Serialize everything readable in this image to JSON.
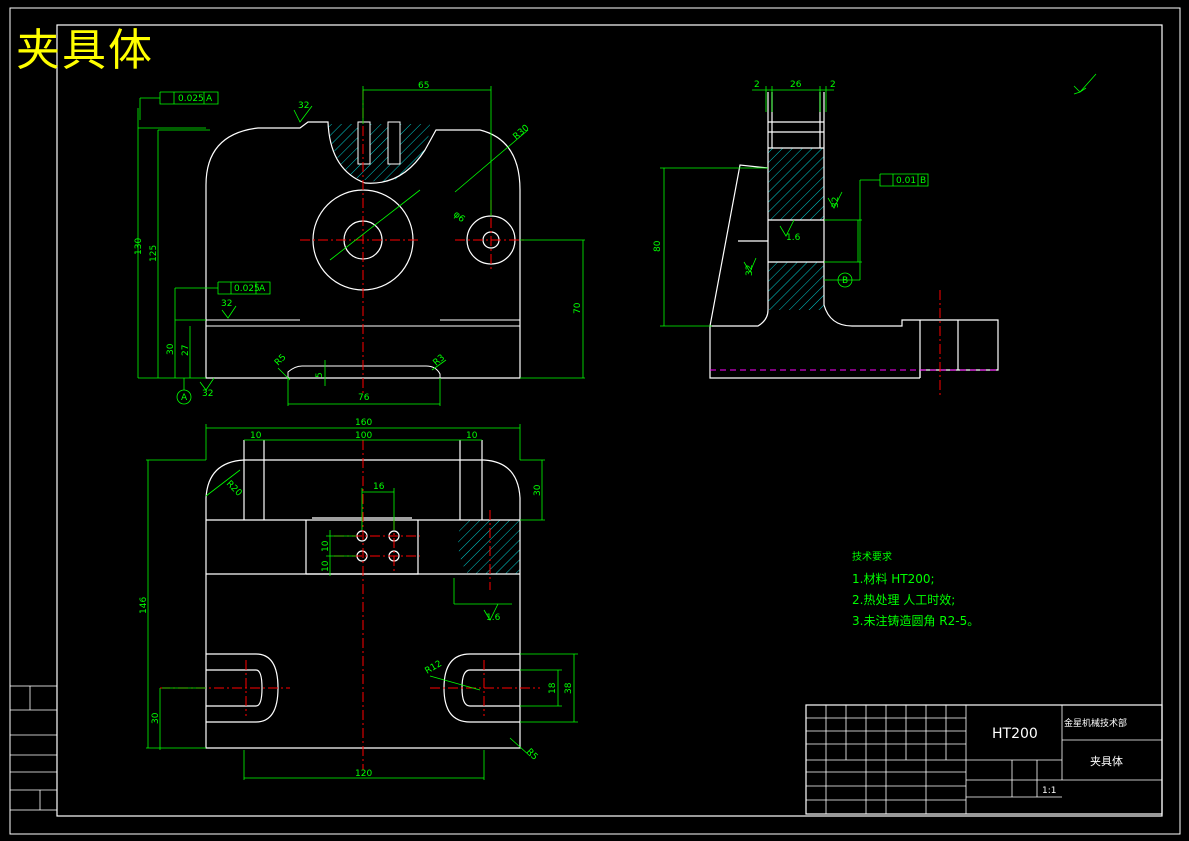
{
  "title": "夹具体",
  "dims": {
    "d65": "65",
    "d130": "130",
    "d125": "125",
    "d30a": "30",
    "d27": "27",
    "d70": "70",
    "d76": "76",
    "d5": "5",
    "tol1": "0.025",
    "tol2": "0.025",
    "tol3": "0.01",
    "datumA": "A",
    "datumB": "B",
    "rough32": "32",
    "rough16": "1.6",
    "d2a": "2",
    "d26": "26",
    "d2b": "2",
    "d80": "80",
    "d160": "160",
    "d10a": "10",
    "d100": "100",
    "d10b": "10",
    "d30b": "30",
    "d16": "16",
    "d10c": "10",
    "d10d": "10",
    "d146": "146",
    "d30c": "30",
    "d120": "120",
    "d18": "18",
    "d38": "38",
    "r20": "R20",
    "r30": "R30",
    "r12": "R12",
    "r5": "R5",
    "r3": "R3",
    "phi6": "φ6"
  },
  "notes": {
    "heading": "技术要求",
    "item1": "1.材料 HT200;",
    "item2": "2.热处理 人工时效;",
    "item3": "3.未注铸造圆角 R2-5。"
  },
  "title_block": {
    "material": "HT200",
    "company": "金星机械技术部",
    "drawing_name": "夹具体",
    "scale": "1:1"
  },
  "colors": {
    "geometry": "#ffffff",
    "dimension": "#00ff00",
    "centerline": "#ff0000",
    "hatch": "#00cccc",
    "hidden": "#ff00ff",
    "title": "#ffff00"
  }
}
